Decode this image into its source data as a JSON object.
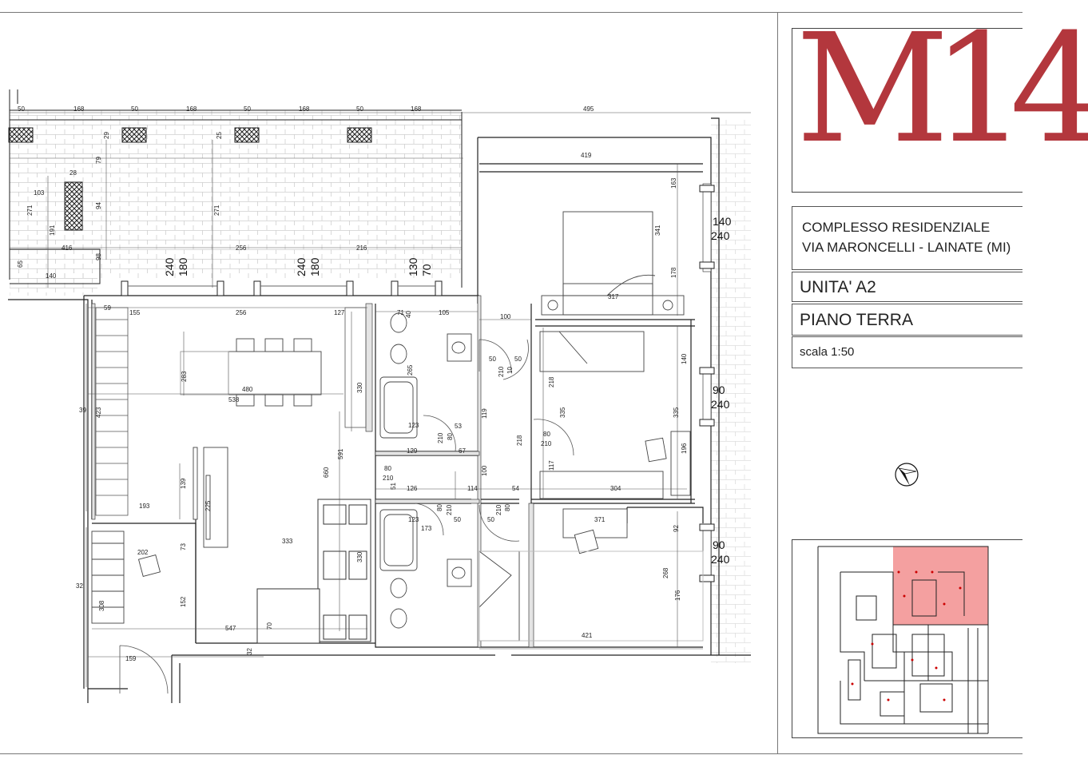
{
  "title_block": {
    "logo": "M14",
    "project_line1": "COMPLESSO RESIDENZIALE",
    "project_line2": "VIA MARONCELLI - LAINATE (MI)",
    "unit": "UNITA' A2",
    "floor": "PIANO TERRA",
    "scale": "scala 1:50"
  },
  "colors": {
    "brand": "#b3373d",
    "highlight": "#f08080",
    "line": "#222222",
    "tile_grid": "#cfcfcf"
  },
  "plan": {
    "dimensions": {
      "top_50a": "50",
      "top_168a": "168",
      "top_50b": "50",
      "top_168b": "168",
      "top_50c": "50",
      "top_168c": "168",
      "top_50d": "50",
      "top_168d": "168",
      "top_495": "495",
      "w_180a": "180",
      "w_240a": "240",
      "w_180b": "180",
      "w_240b": "240",
      "w_70": "70",
      "w_130": "130",
      "terr_29": "29",
      "terr_25": "25",
      "terr_79": "79",
      "terr_28": "28",
      "terr_103": "103",
      "terr_94": "94",
      "terr_271a": "271",
      "terr_271b": "271",
      "terr_191": "191",
      "terr_416": "416",
      "terr_98": "98",
      "terr_65": "65",
      "terr_140": "140",
      "terr_256": "256",
      "terr_216": "216",
      "liv_59": "59",
      "liv_155": "155",
      "liv_256": "256",
      "liv_127": "127",
      "liv_283": "283",
      "liv_480": "480",
      "liv_538": "538",
      "liv_330a": "330",
      "liv_39": "39",
      "liv_423": "423",
      "liv_591": "591",
      "liv_660": "660",
      "liv_139": "139",
      "liv_193": "193",
      "liv_225": "225",
      "liv_333": "333",
      "liv_73": "73",
      "liv_202": "202",
      "liv_32a": "32",
      "liv_308": "308",
      "liv_152": "152",
      "liv_330b": "330",
      "liv_547": "547",
      "liv_70b": "70",
      "liv_32b": "32",
      "liv_159": "159",
      "ba1_71": "71",
      "ba1_40": "40",
      "ba1_105": "105",
      "ba1_265": "265",
      "ba1_123": "123",
      "ba1_53": "53",
      "ba1_210": "210",
      "ba1_80": "80",
      "ba1_129": "129",
      "ba1_67": "67",
      "c_100a": "100",
      "c_50a": "50",
      "c_50b": "50",
      "c_210a": "210",
      "c_10": "10",
      "c_119": "119",
      "c_80a": "80",
      "c_210b": "210",
      "c_51": "51",
      "c_100b": "100",
      "c_126": "126",
      "c_114": "114",
      "c_54": "54",
      "c_218": "218",
      "c_80b": "80",
      "c_210c": "210",
      "c_117": "117",
      "ba2_80": "80",
      "ba2_210": "210",
      "ba2_123": "123",
      "ba2_173": "173",
      "ba2_50": "50",
      "ba2_50b": "50",
      "ba2_210b": "210",
      "ba2_80b": "80",
      "b1_419": "419",
      "b1_163": "163",
      "b1_341": "341",
      "b1_178": "178",
      "b1_317": "317",
      "b1_140": "140",
      "b1_240": "240",
      "b2_140": "140",
      "b2_218": "218",
      "b2_335a": "335",
      "b2_335b": "335",
      "b2_196": "196",
      "b2_304": "304",
      "b2_90": "90",
      "b2_240": "240",
      "b3_371": "371",
      "b3_92": "92",
      "b3_268": "268",
      "b3_176": "176",
      "b3_421": "421",
      "b3_90": "90",
      "b3_240": "240"
    }
  }
}
